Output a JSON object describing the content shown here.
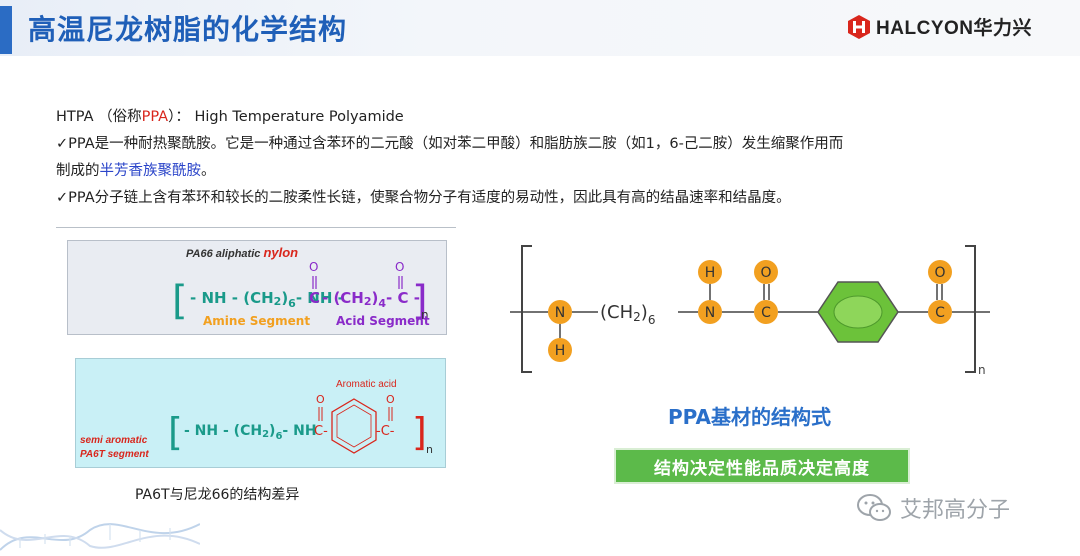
{
  "header": {
    "title": "高温尼龙树脂的化学结构",
    "logo_text": "HALCYON华力兴"
  },
  "intro": {
    "line1_prefix": "HTPA （俗称",
    "line1_ppa": "PPA",
    "line1_suffix": "）： High Temperature Polyamide",
    "line2": "✓PPA是一种耐热聚酰胺。它是一种通过含苯环的二元酸（如对苯二甲酸）和脂肪族二胺（如1，6-己二胺）发生缩聚作用而",
    "line3_prefix": "制成的",
    "line3_highlight": "半芳香族聚酰胺",
    "line3_suffix": "。",
    "line4": "✓PPA分子链上含有苯环和较长的二胺柔性长链，使聚合物分子有适度的易动性，因此具有高的结晶速率和结晶度。"
  },
  "pa66": {
    "label_prefix": "PA66 aliphatic",
    "label_nylon": "nylon",
    "bracket_open": "[",
    "formula_amine": "- NH - (CH",
    "sub2": "2",
    "sub6": "6",
    "formula_amine_end": "- NH -",
    "carbonyl_c": "C",
    "formula_acid": "- (CH",
    "sub4": "4",
    "formula_acid_end": "- C -",
    "oxygen": "O",
    "bracket_close": "]",
    "subscript_n": "n",
    "amine_segment": "Amine Segment",
    "acid_segment": "Acid Segment"
  },
  "pa6t": {
    "label_line1": "semi aromatic",
    "label_line2": "PA6T segment",
    "aromatic_acid": "Aromatic acid",
    "bracket_open": "[",
    "formula_amine": "- NH - (CH",
    "sub2": "2",
    "sub6": "6",
    "formula_amine_end": "- NH",
    "carbonyl_left": "C-",
    "carbonyl_right": "-C-",
    "oxygen": "O",
    "bracket_close": "]",
    "subscript_n": "n"
  },
  "caption": "PA6T与尼龙66的结构差异",
  "ppa_structure": {
    "atom_n": "N",
    "atom_h": "H",
    "atom_c": "C",
    "atom_o": "O",
    "chain": "(CH",
    "chain_sub2": "2",
    "chain_sub6": "6",
    "subscript_n": "n"
  },
  "green_heading": "PPA基材的结构式",
  "green_banner": "结构决定性能品质决定高度",
  "watermark": "艾邦高分子",
  "colors": {
    "title_blue": "#1f5fb8",
    "accent_blue": "#2b6cc4",
    "teal": "#1a9a8a",
    "purple": "#8a2bc9",
    "orange": "#f2a020",
    "red": "#d9261c",
    "green": "#5cba4a",
    "hexagon_green": "#6cc23a"
  }
}
